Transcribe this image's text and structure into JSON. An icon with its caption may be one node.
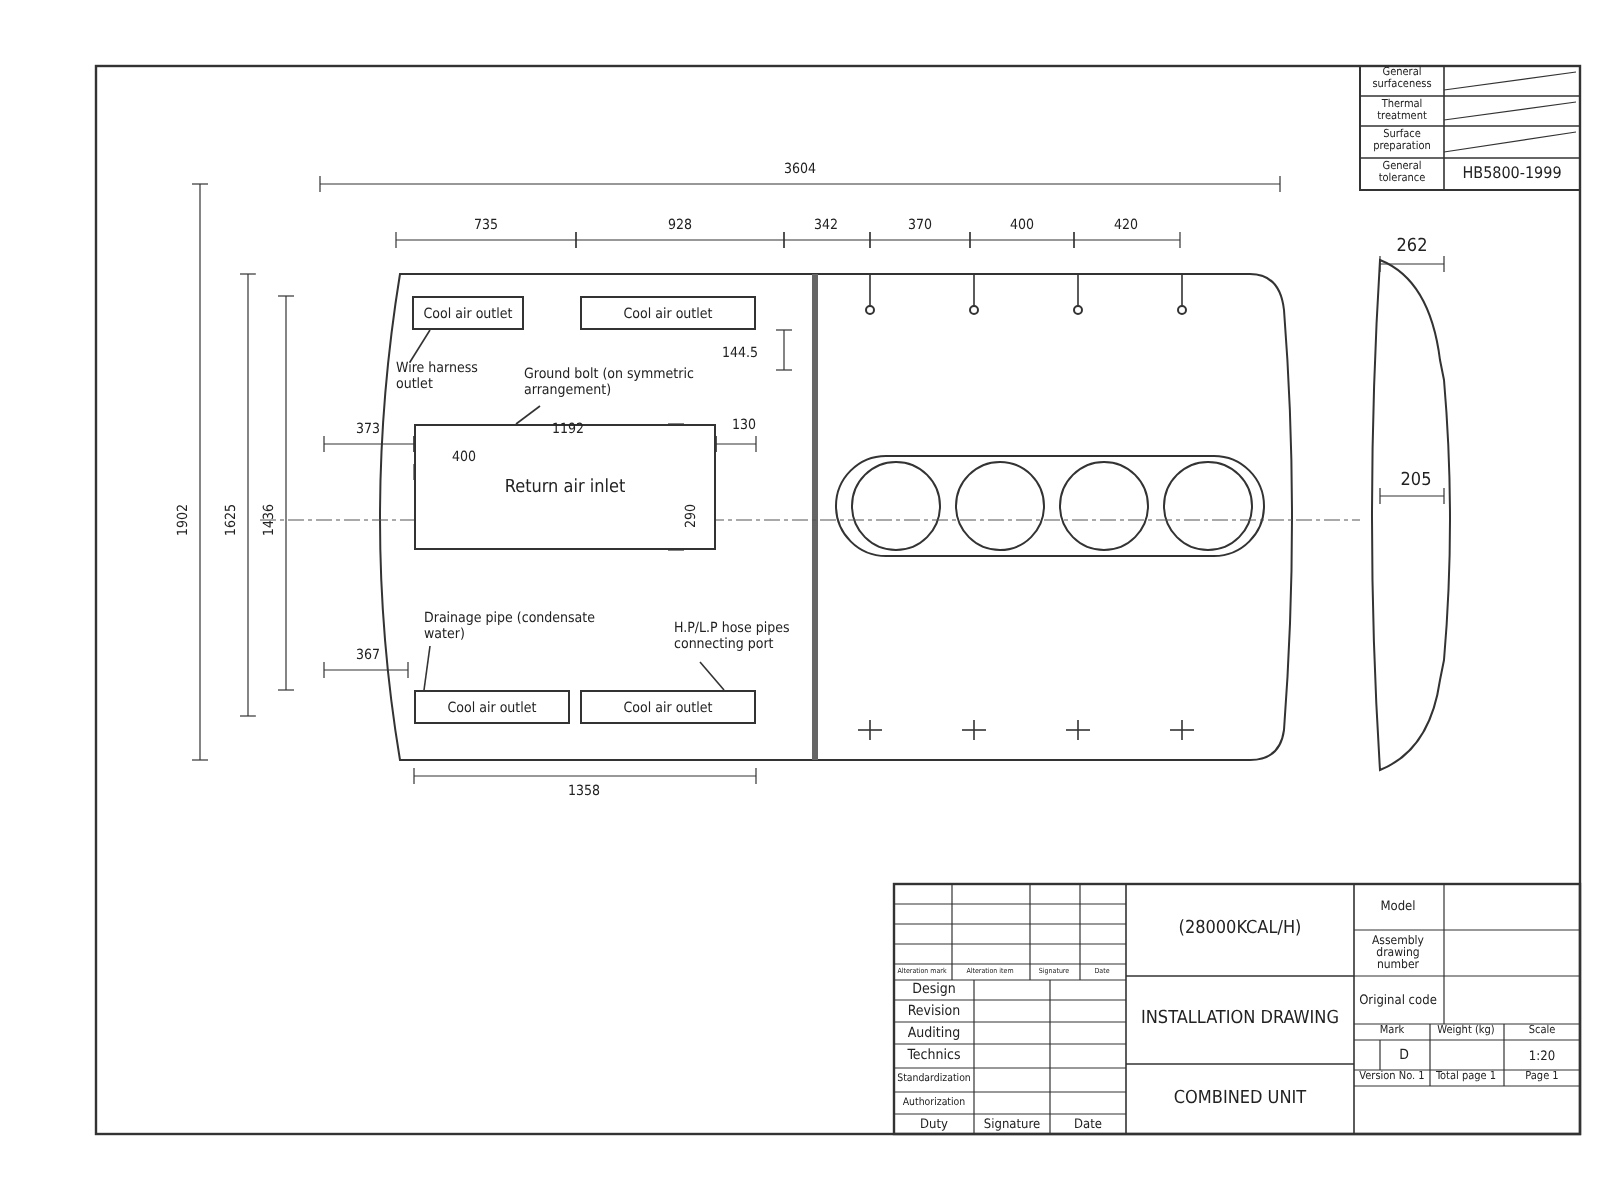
{
  "diagram": {
    "nodes": [
      {
        "text": [
          "Cool air outlet"
        ]
      },
      {
        "text": [
          "Cool air outlet"
        ]
      },
      {
        "text": [
          "Return air inlet"
        ]
      },
      {
        "text": [
          "Cool air outlet"
        ]
      },
      {
        "text": [
          "Cool air outlet"
        ]
      },
      {
        "text": [
          "Wire harness outlet"
        ]
      },
      {
        "text": [
          "Ground bolt (on symmetric arrangement)"
        ]
      },
      {
        "text": [
          "Drainage pipe (condensate water)"
        ]
      },
      {
        "text": [
          "H.P/L.P hose pipes connecting port"
        ]
      }
    ],
    "edges": [
      {
        "from": 5,
        "to": 0,
        "arrow": "none"
      },
      {
        "from": 6,
        "to": 2,
        "arrow": "none"
      },
      {
        "from": 7,
        "to": 3,
        "arrow": "none"
      },
      {
        "from": 8,
        "to": 4,
        "arrow": "none"
      }
    ],
    "labels": [
      "3604",
      "General surfaceness",
      "Thermal treatment",
      "Surface preparation",
      "General tolerance",
      "HB5800-1999",
      "735",
      "928",
      "342",
      "370",
      "400",
      "420",
      "144.5",
      "373",
      "1192",
      "130",
      "400",
      "290",
      "367",
      "1358",
      "1902",
      "1625",
      "1436",
      "262",
      "205",
      "Alteration mark",
      "Alteration item",
      "Signature",
      "Date",
      "Design",
      "Revision",
      "Auditing",
      "Technics",
      "Standardization",
      "Authorization",
      "Duty",
      "Signature",
      "Date",
      "(28000KCAL/H)",
      "INSTALLATION DRAWING",
      "COMBINED UNIT",
      "Model",
      "Assembly drawing number",
      "Original code",
      "Mark",
      "Weight (kg)",
      "Scale",
      "D",
      "1:20",
      "Version No. 1",
      "Total page 1",
      "Page 1"
    ]
  }
}
